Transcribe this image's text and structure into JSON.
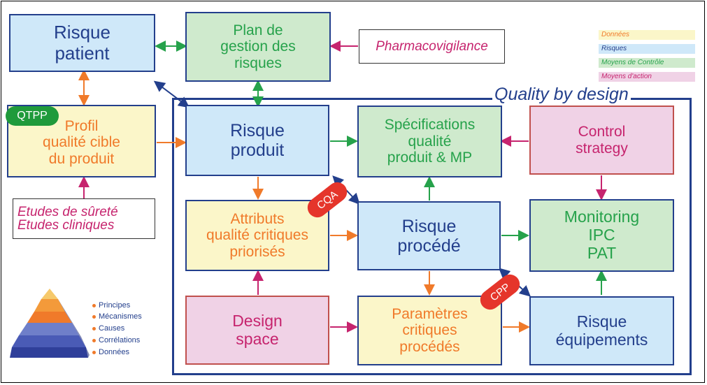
{
  "boxes": {
    "risque_patient": "Risque\npatient",
    "plan_gestion": "Plan de\ngestion des\nrisques",
    "pharmacovigilance": "Pharmacovigilance",
    "profil": "Profil\nqualité cible\ndu produit",
    "etudes": "Etudes de sûreté\nEtudes cliniques",
    "risque_produit": "Risque\nproduit",
    "specifications": "Spécifications\nqualité\nproduit & MP",
    "control_strategy": "Control\nstrategy",
    "attributs": "Attributs\nqualité  critiques\npriorisés",
    "risque_procede": "Risque\nprocédé",
    "monitoring": "Monitoring\nIPC\nPAT",
    "design_space": "Design\nspace",
    "parametres": "Paramètres\ncritiques\nprocédés",
    "risque_equipements": "Risque\néquipements"
  },
  "badges": {
    "qtpp": "QTPP",
    "cqa": "CQA",
    "cpp": "CPP"
  },
  "qbd_title": "Quality by design",
  "legend": [
    "Données",
    "Risques",
    "Moyens de Contrôle",
    "Moyens d'action"
  ],
  "pyramid_labels": [
    "Principes",
    "Mécanismes",
    "Causes",
    "Corrélations",
    "Données"
  ],
  "colors": {
    "risk_fill": "#cfe8f9",
    "data_fill": "#fbf6c9",
    "control_fill": "#cfeacd",
    "action_fill": "#f0d2e6",
    "navy": "#233f8c",
    "orange": "#f07a2a",
    "green": "#26a24b",
    "magenta": "#c6246e",
    "red_badge": "#e5352b"
  }
}
